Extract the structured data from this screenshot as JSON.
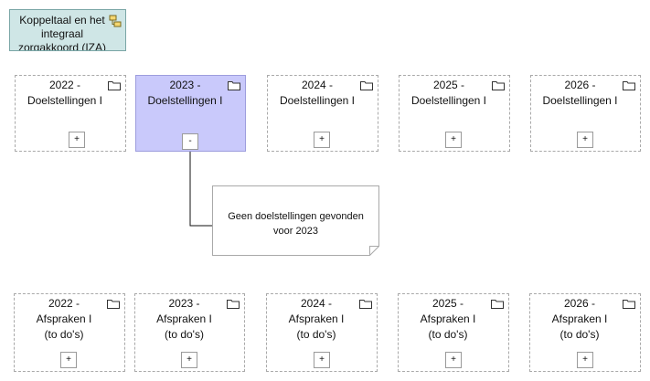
{
  "header": {
    "title": "Koppeltaal en het integraal zorgakkoord (IZA)",
    "icon": "component-icon"
  },
  "doelstellingen": [
    {
      "year": "2022 -",
      "name": "Doelstellingen I",
      "toggle": "+"
    },
    {
      "year": "2023 -",
      "name": "Doelstellingen I",
      "toggle": "-"
    },
    {
      "year": "2024 -",
      "name": "Doelstellingen I",
      "toggle": "+"
    },
    {
      "year": "2025 -",
      "name": "Doelstellingen I",
      "toggle": "+"
    },
    {
      "year": "2026 -",
      "name": "Doelstellingen I",
      "toggle": "+"
    }
  ],
  "note": {
    "text": "Geen doelstellingen gevonden voor 2023"
  },
  "afspraken": [
    {
      "year": "2022 -",
      "name": "Afspraken I",
      "sub": "(to do's)",
      "toggle": "+"
    },
    {
      "year": "2023 -",
      "name": "Afspraken I",
      "sub": "(to do's)",
      "toggle": "+"
    },
    {
      "year": "2024 -",
      "name": "Afspraken I",
      "sub": "(to do's)",
      "toggle": "+"
    },
    {
      "year": "2025 -",
      "name": "Afspraken I",
      "sub": "(to do's)",
      "toggle": "+"
    },
    {
      "year": "2026 -",
      "name": "Afspraken I",
      "sub": "(to do's)",
      "toggle": "+"
    }
  ],
  "colors": {
    "selected_fill": "#c9c9fb",
    "header_fill": "#cfe6e6",
    "dashed_border": "#a9a9a9"
  }
}
